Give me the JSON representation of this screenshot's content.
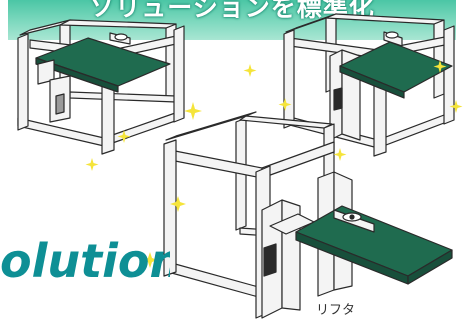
{
  "banner": {
    "text": "ソリューションを標準化"
  },
  "solution_text": "olution",
  "lifter_label": "リフタ",
  "colors": {
    "banner": "#4bc6a5",
    "accent_text": "#0e8f95",
    "belt": "#1f6b4f",
    "frame": "#f2f2f2",
    "outline": "#2a2a2a",
    "sparkle": "#f5e43a"
  },
  "icons": [
    "sparkle-icon"
  ]
}
